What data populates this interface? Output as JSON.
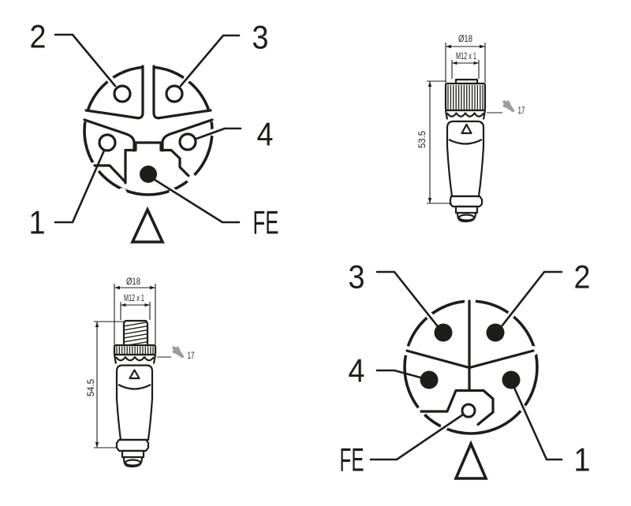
{
  "colors": {
    "line": "#1d1d1b",
    "wrench": "#9d9d9c",
    "background": "#ffffff"
  },
  "female_face": {
    "pins": {
      "p1": "1",
      "p2": "2",
      "p3": "3",
      "p4": "4",
      "fe": "FE"
    }
  },
  "male_face": {
    "pins": {
      "p1": "1",
      "p2": "2",
      "p3": "3",
      "p4": "4",
      "fe": "FE"
    }
  },
  "female_side": {
    "diameter": "Ø18",
    "thread": "M12 x 1",
    "length": "53.5",
    "wrench_size": "17"
  },
  "male_side": {
    "diameter": "Ø18",
    "thread": "M12 x 1",
    "length": "54.5",
    "wrench_size": "17"
  }
}
